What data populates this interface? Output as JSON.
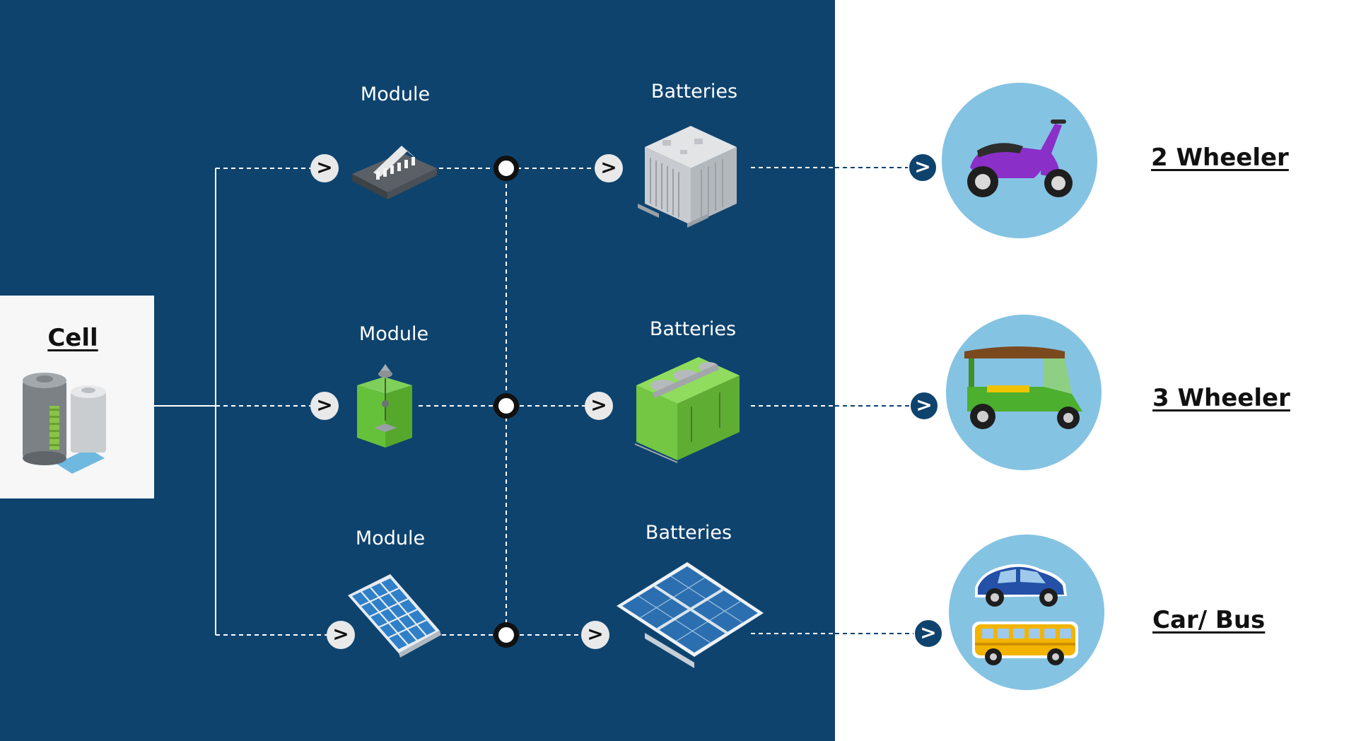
{
  "cell": {
    "label": "Cell"
  },
  "rows": [
    {
      "module_label": "Module",
      "batteries_label": "Batteries",
      "vehicle_label": "2 Wheeler",
      "module_icon": "module-block-icon",
      "batteries_icon": "battery-pack-icon",
      "vehicle_icon": "scooter-icon"
    },
    {
      "module_label": "Module",
      "batteries_label": "Batteries",
      "vehicle_label": "3 Wheeler",
      "module_icon": "green-module-icon",
      "batteries_icon": "green-battery-pack-icon",
      "vehicle_icon": "auto-rickshaw-icon"
    },
    {
      "module_label": "Module",
      "batteries_label": "Batteries",
      "vehicle_label": "Car/ Bus",
      "module_icon": "solar-panel-module-icon",
      "batteries_icon": "solar-array-icon",
      "vehicle_icon": "car-bus-icon"
    }
  ],
  "arrow_glyph": ">",
  "colors": {
    "panel": "#0e436e",
    "vehicle_circle": "#85c3e3",
    "line": "#ffffff"
  }
}
